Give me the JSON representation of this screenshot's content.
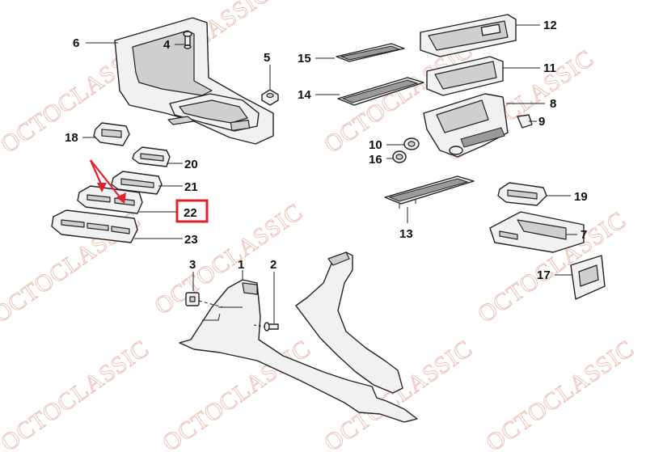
{
  "watermark": {
    "text": "OCTOCLASSIC",
    "color": "#e7b9ae"
  },
  "callouts": [
    {
      "id": "6",
      "label": "6"
    },
    {
      "id": "4",
      "label": "4"
    },
    {
      "id": "5",
      "label": "5"
    },
    {
      "id": "18",
      "label": "18"
    },
    {
      "id": "20",
      "label": "20"
    },
    {
      "id": "21",
      "label": "21"
    },
    {
      "id": "22",
      "label": "22"
    },
    {
      "id": "23",
      "label": "23"
    },
    {
      "id": "3",
      "label": "3"
    },
    {
      "id": "1",
      "label": "1"
    },
    {
      "id": "2",
      "label": "2"
    },
    {
      "id": "15",
      "label": "15"
    },
    {
      "id": "14",
      "label": "14"
    },
    {
      "id": "12",
      "label": "12"
    },
    {
      "id": "11",
      "label": "11"
    },
    {
      "id": "8",
      "label": "8"
    },
    {
      "id": "9",
      "label": "9"
    },
    {
      "id": "10",
      "label": "10"
    },
    {
      "id": "16",
      "label": "16"
    },
    {
      "id": "13",
      "label": "13"
    },
    {
      "id": "19",
      "label": "19"
    },
    {
      "id": "7",
      "label": "7"
    },
    {
      "id": "17",
      "label": "17"
    }
  ],
  "highlight": {
    "target": "22",
    "color": "#e0202a"
  }
}
